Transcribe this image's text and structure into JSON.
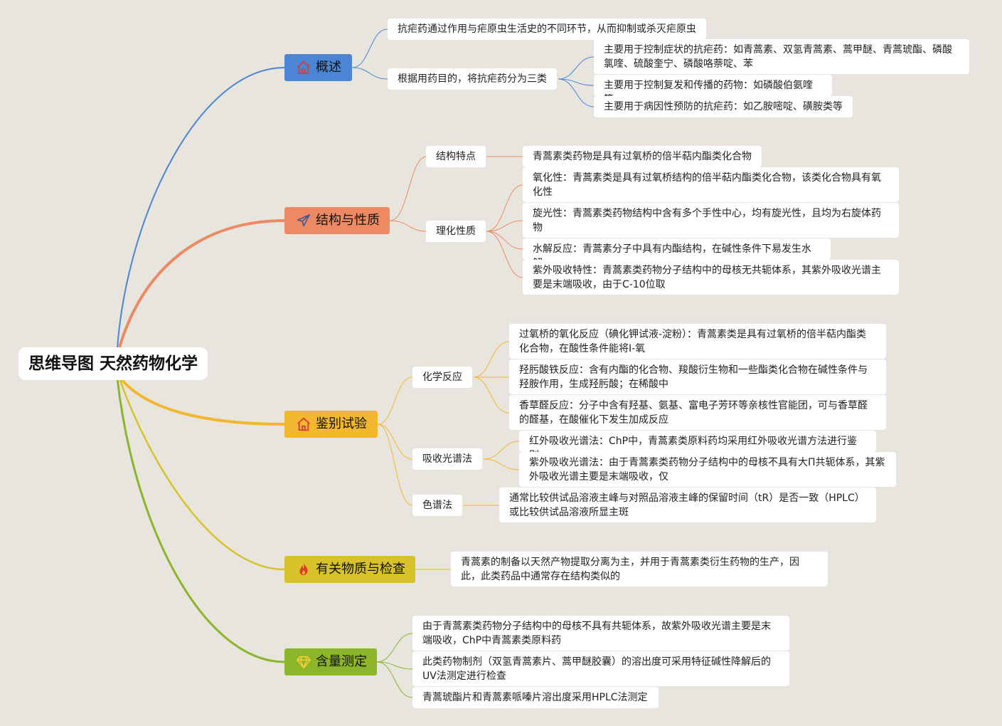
{
  "root": {
    "title": "思维导图 天然药物化学"
  },
  "colors": {
    "background": "#e8e5de",
    "blue": "#4a86d4",
    "orange": "#ee8a63",
    "yellow": "#f2b72f",
    "olive": "#d8c22a",
    "green": "#8cb52a"
  },
  "branches": {
    "overview": {
      "label": "概述",
      "icon": "home-icon",
      "items": {
        "a": "抗疟药通过作用与疟原虫生活史的不同环节，从而抑制或杀灭疟原虫",
        "b": "根据用药目的，将抗疟药分为三类",
        "b1": "主要用于控制症状的抗疟药：如青蒿素、双氢青蒿素、蒿甲醚、青蒿琥酯、磷酸氯喹、硫酸奎宁、磷酸咯萘啶、苯",
        "b2": "主要用于控制复发和传播的药物：如磷酸伯氨喹等",
        "b3": "主要用于病因性预防的抗疟药：如乙胺嘧啶、磺胺类等"
      }
    },
    "structure": {
      "label": "结构与性质",
      "icon": "paper-plane-icon",
      "s1": {
        "label": "结构特点",
        "c1": "青蒿素类药物是具有过氧桥的倍半萜内酯类化合物"
      },
      "s2": {
        "label": "理化性质",
        "c1": "氧化性：青蒿素类是具有过氧桥结构的倍半萜内酯类化合物，该类化合物具有氧化性",
        "c2": "旋光性：青蒿素类药物结构中含有多个手性中心，均有旋光性，且均为右旋体药物",
        "c3": "水解反应：青蒿素分子中具有内酯结构，在碱性条件下易发生水解",
        "c4": "紫外吸收特性：青蒿素类药物分子结构中的母核无共轭体系，其紫外吸收光谱主要是末端吸收，由于C-10位取"
      }
    },
    "identification": {
      "label": "鉴别试验",
      "icon": "home-icon",
      "s1": {
        "label": "化学反应",
        "c1": "过氧桥的氧化反应（碘化钾试液-淀粉）：青蒿素类是具有过氧桥的倍半萜内酯类化合物，在酸性条件能将I-氧",
        "c2": "羟肟酸铁反应：含有内酯的化合物、羧酸衍生物和一些酯类化合物在碱性条件与羟胺作用，生成羟肟酸；在稀酸中",
        "c3": "香草醛反应：分子中含有羟基、氨基、富电子芳环等亲核性官能团，可与香草醛的醛基，在酸催化下发生加成反应"
      },
      "s2": {
        "label": "吸收光谱法",
        "c1": "红外吸收光谱法：ChP中，青蒿素类原料药均采用红外吸收光谱方法进行鉴别",
        "c2": "紫外吸收光谱法：由于青蒿素类药物分子结构中的母核不具有大Π共轭体系，其紫外吸收光谱主要是末端吸收，仅"
      },
      "s3": {
        "label": "色谱法",
        "c1": "通常比较供试品溶液主峰与对照品溶液主峰的保留时间（tR）是否一致（HPLC）或比较供试品溶液所显主斑"
      }
    },
    "impurities": {
      "label": "有关物质与检查",
      "icon": "fire-icon",
      "c1": "青蒿素的制备以天然产物提取分离为主，并用于青蒿素类衍生药物的生产，因此，此类药品中通常存在结构类似的"
    },
    "assay": {
      "label": "含量测定",
      "icon": "diamond-icon",
      "c1": "由于青蒿素类药物分子结构中的母核不具有共轭体系，故紫外吸收光谱主要是末端吸收，ChP中青蒿素类原料药",
      "c2": "此类药物制剂（双氢青蒿素片、蒿甲醚胶囊）的溶出度可采用特征碱性降解后的UV法测定进行检查",
      "c3": "青蒿琥酯片和青蒿素哌嗪片溶出度采用HPLC法测定"
    }
  }
}
